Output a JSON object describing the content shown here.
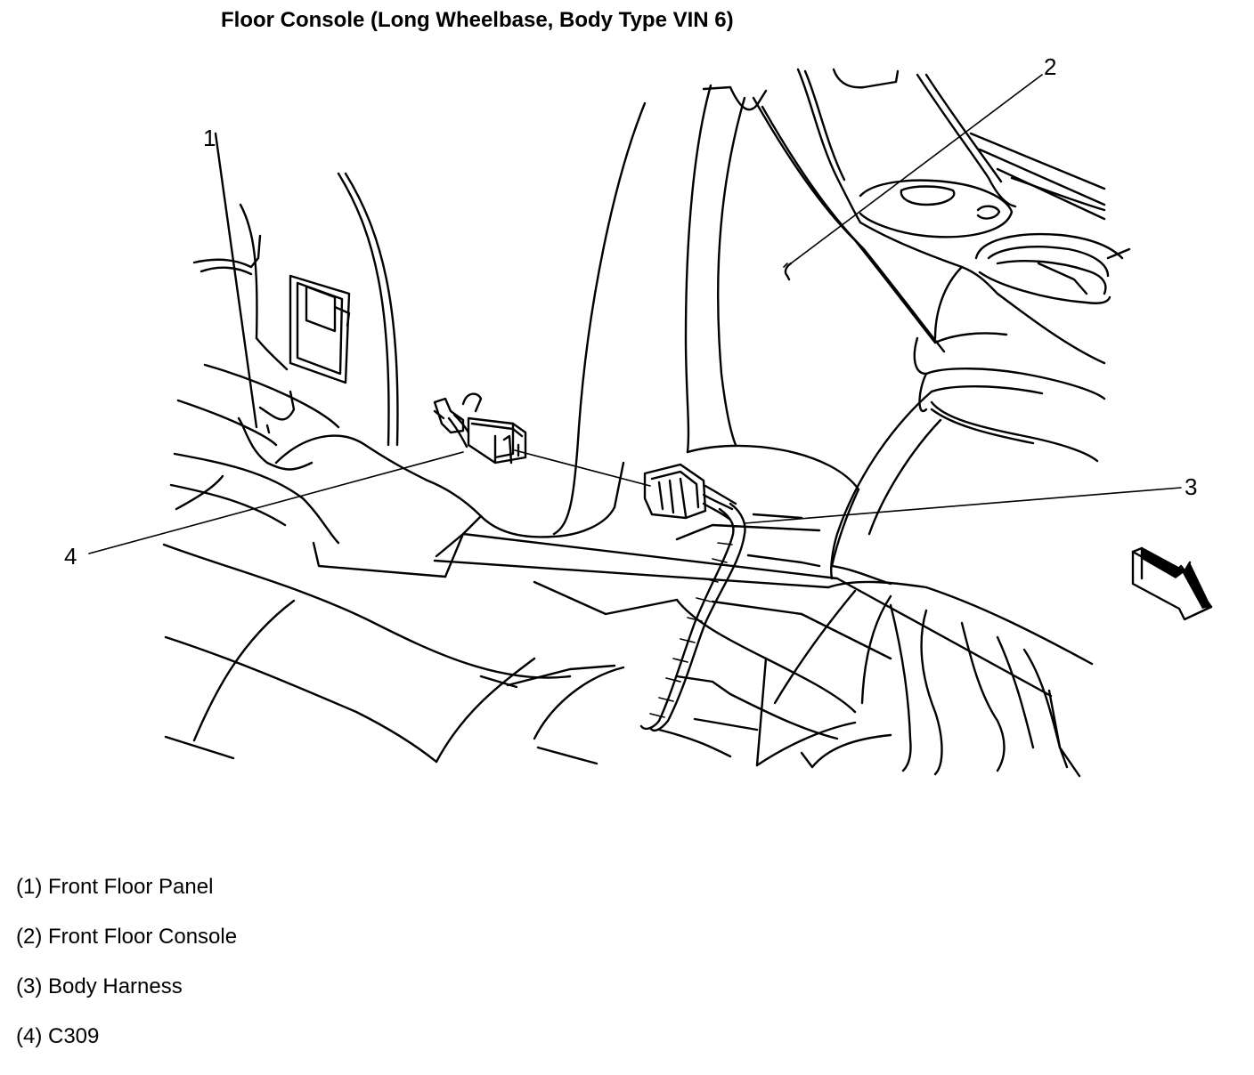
{
  "title": "Floor Console (Long Wheelbase, Body Type VIN 6)",
  "callouts": {
    "c1": "1",
    "c2": "2",
    "c3": "3",
    "c4": "4"
  },
  "legend": [
    "(1) Front Floor Panel",
    "(2) Front Floor Console",
    "(3) Body Harness",
    "(4) C309"
  ],
  "icons": {
    "direction_arrow": "forward-arrow-icon"
  }
}
